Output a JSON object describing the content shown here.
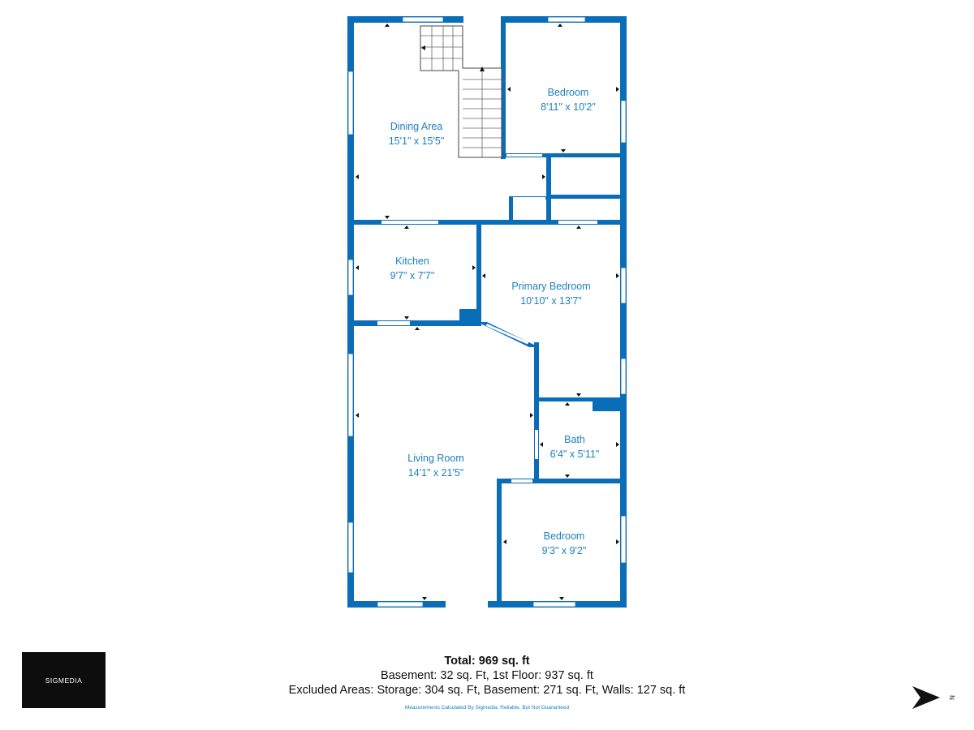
{
  "colors": {
    "wall": "#0a6db8",
    "window": "#ffffff",
    "text": "#1c7fc0",
    "logo_bg": "#0d0d0d"
  },
  "rooms": [
    {
      "name": "Dining Area",
      "dims": "15'1\" x 15'5\""
    },
    {
      "name": "Bedroom",
      "dims": "8'11\" x 10'2\""
    },
    {
      "name": "Kitchen",
      "dims": "9'7\" x 7'7\""
    },
    {
      "name": "Primary Bedroom",
      "dims": "10'10\" x 13'7\""
    },
    {
      "name": "Bath",
      "dims": "6'4\" x 5'11\""
    },
    {
      "name": "Living Room",
      "dims": "14'1\" x 21'5\""
    },
    {
      "name": "Bedroom",
      "dims": "9'3\" x 9'2\""
    }
  ],
  "logo": {
    "text": "SIGMEDIA"
  },
  "summary": {
    "total": "Total: 969 sq. ft",
    "line1": "Basement: 32 sq. Ft, 1st Floor: 937 sq. ft",
    "line2": "Excluded Areas: Storage: 304 sq. Ft, Basement: 271 sq. Ft, Walls: 127 sq. ft",
    "disclaimer": "Measurements Calculated By Sigmedia. Reliable, But Not Guaranteed"
  },
  "compass": {
    "icon": "north-arrow-icon",
    "label": "N"
  }
}
